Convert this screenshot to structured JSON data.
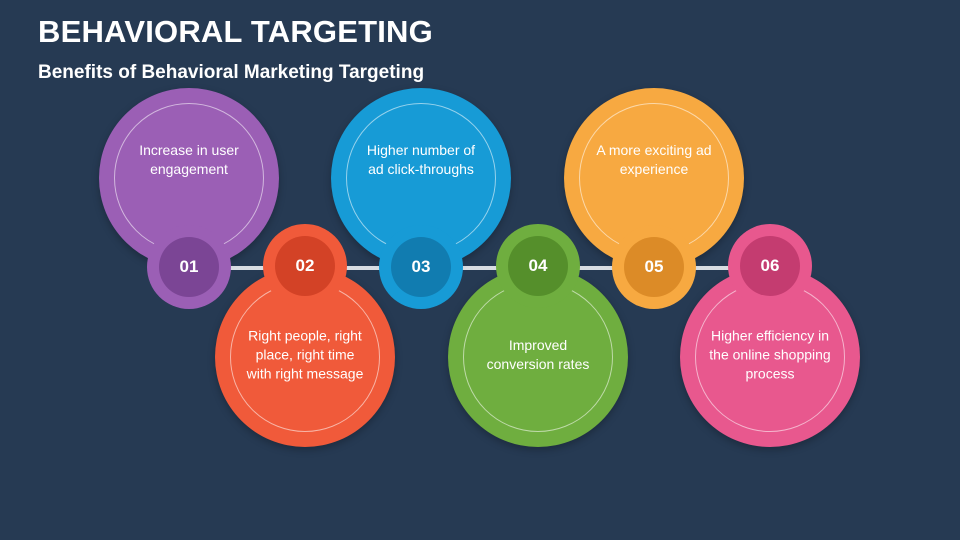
{
  "title": "BEHAVIORAL TARGETING",
  "subtitle": "Benefits of Behavioral Marketing Targeting",
  "items": [
    {
      "num": "01",
      "text": "Increase in user engagement",
      "color": "#9b5fb5",
      "dark": "#7b4595"
    },
    {
      "num": "02",
      "text": "Right people, right place, right time with right message",
      "color": "#f05a3a",
      "dark": "#d34226"
    },
    {
      "num": "03",
      "text": "Higher number of ad click-throughs",
      "color": "#179bd6",
      "dark": "#117cb0"
    },
    {
      "num": "04",
      "text": "Improved conversion rates",
      "color": "#6fae3f",
      "dark": "#558f2b"
    },
    {
      "num": "05",
      "text": "A more exciting ad experience",
      "color": "#f7a941",
      "dark": "#dc8b27"
    },
    {
      "num": "06",
      "text": "Higher efficiency in the online shopping process",
      "color": "#e8588e",
      "dark": "#c43c70"
    }
  ]
}
